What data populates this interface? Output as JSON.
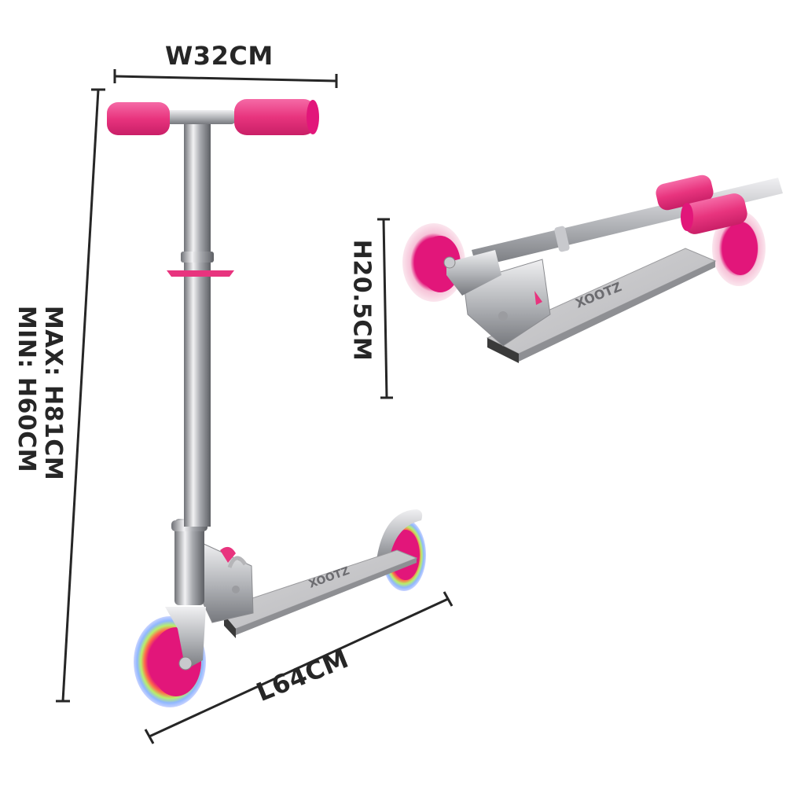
{
  "image": {
    "type": "product-dimension-diagram",
    "subject": "kids folding kick scooter (pink, light-up wheels)",
    "background": "#ffffff"
  },
  "dimensions": {
    "width": {
      "label": "W32CM",
      "value_cm": 32
    },
    "length": {
      "label": "L64CM",
      "value_cm": 64
    },
    "folded_height": {
      "label": "H20.5CM",
      "value_cm": 20.5
    },
    "handle_height": {
      "max_label": "MAX: H81CM",
      "min_label": "MIN: H60CM",
      "max_cm": 81,
      "min_cm": 60
    }
  },
  "views": [
    {
      "name": "unfolded-standing",
      "description": "scooter upright with T-bar handlebar"
    },
    {
      "name": "folded",
      "description": "scooter folded flat"
    }
  ],
  "colors": {
    "grip_pink": "#e8347e",
    "wheel_hub_pink": "#e2167a",
    "metal_light": "#d9d9dc",
    "metal_dark": "#8d8f94",
    "deck": "#c8c8ca",
    "line": "#262626"
  },
  "branding": {
    "deck_logo": "XOOTZ"
  }
}
